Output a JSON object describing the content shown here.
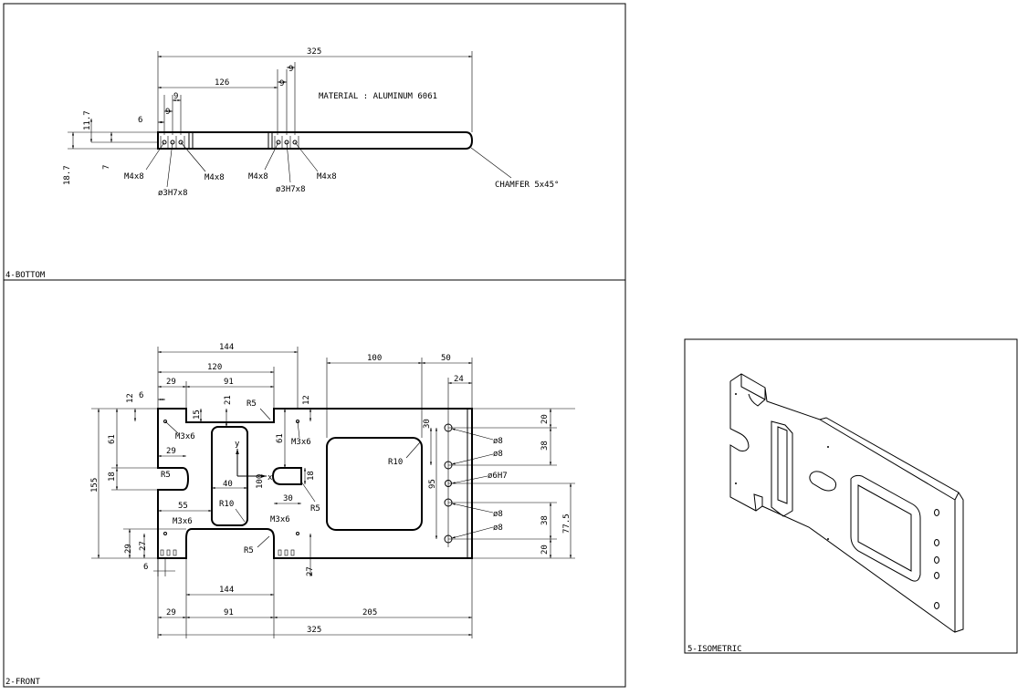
{
  "views": {
    "bottom": {
      "label": "4-BOTTOM",
      "material": "MATERIAL : ALUMINUM 6061",
      "chamfer": "CHAMFER 5x45°",
      "dims": {
        "overall": "325",
        "d126": "126",
        "d9a": "9",
        "d9b": "9",
        "d9c": "9",
        "d9d": "9",
        "d6": "6",
        "d11_7": "11.7",
        "d7": "7",
        "d18_7": "18.7"
      },
      "callouts": {
        "m4_1": "M4x8",
        "m4_2": "M4x8",
        "m4_3": "M4x8",
        "m4_4": "M4x8",
        "pin1": "ø3H7x8",
        "pin2": "ø3H7x8"
      }
    },
    "front": {
      "label": "2-FRONT",
      "dims": {
        "d144top": "144",
        "d120": "120",
        "d91top": "91",
        "d29top": "29",
        "d12a": "12",
        "d6a": "6",
        "d21": "21",
        "d15": "15",
        "d12b": "12",
        "d100": "100",
        "d50": "50",
        "d24": "24",
        "d155": "155",
        "d61a": "61",
        "d29mid": "29",
        "d18a": "18",
        "d40": "40",
        "d55": "55",
        "d29b": "29",
        "d27a": "27",
        "d6b": "6",
        "d144bot": "144",
        "d29bot": "29",
        "d91bot": "91",
        "d205": "205",
        "d325": "325",
        "d61b": "61",
        "d18b": "18",
        "d30a": "30",
        "d100v": "100",
        "d30v": "30",
        "d95": "95",
        "d27b": "27",
        "d20a": "20",
        "d38a": "38",
        "d38b": "38",
        "d20b": "20",
        "d77_5": "77.5"
      },
      "callouts": {
        "r5a": "R5",
        "r5b": "R5",
        "r5c": "R5",
        "r5d": "R5",
        "r10a": "R10",
        "r10b": "R10",
        "m3a": "M3x6",
        "m3b": "M3x6",
        "m3c": "M3x6",
        "m3d": "M3x6",
        "h8a": "ø8",
        "h8b": "ø8",
        "h6": "ø6H7",
        "h8c": "ø8",
        "h8d": "ø8",
        "axisY": "y",
        "axisX": "x"
      }
    },
    "iso": {
      "label": "5-ISOMETRIC"
    }
  }
}
